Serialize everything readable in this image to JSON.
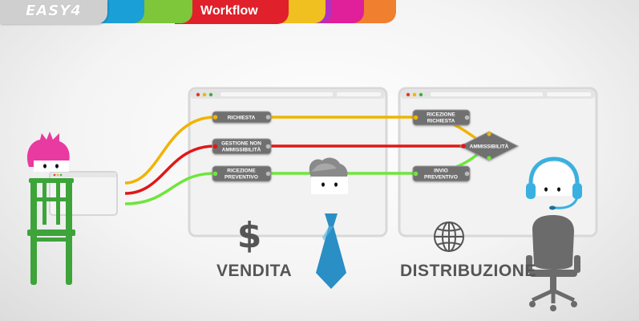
{
  "header": {
    "logo_text": "EASY4",
    "active_tab": "Workflow",
    "tab_colors": [
      "#1a9fd6",
      "#7ec63a",
      "#e0202a",
      "#f0c020",
      "#b030c0",
      "#e0209a",
      "#f08030"
    ]
  },
  "nodes": {
    "richiesta": "RICHIESTA",
    "gestione_line1": "GESTIONE NON",
    "gestione_line2": "AMMISSIBILITÀ",
    "ricezione_prev_line1": "RICEZIONE",
    "ricezione_prev_line2": "PREVENTIVO",
    "ricezione_rich_line1": "RICEZIONE",
    "ricezione_rich_line2": "RICHIESTA",
    "ammissibilita": "AMMISSIBILITÀ",
    "invio_line1": "INVIO",
    "invio_line2": "PREVENTIVO"
  },
  "sections": {
    "vendita": "VENDITA",
    "distribuzione": "DISTRIBUZIONE",
    "vendita_symbol": "$"
  },
  "colors": {
    "flow_yellow": "#f0b400",
    "flow_red": "#e01818",
    "flow_green": "#6ee63a",
    "node_fill": "#707070",
    "panel_border": "#d6d6d6"
  },
  "icons": [
    "customer-icon",
    "chair-icon",
    "salesman-icon",
    "tie-icon",
    "globe-icon",
    "operator-headset-icon",
    "office-chair-icon",
    "dollar-icon"
  ]
}
